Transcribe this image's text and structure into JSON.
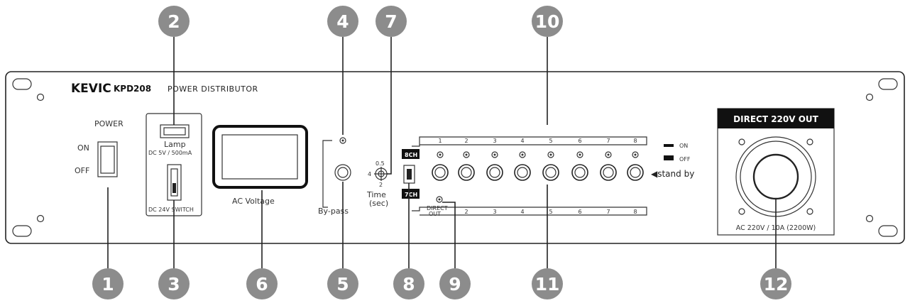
{
  "brand": {
    "logo": "KEVIC",
    "model": "KPD208",
    "product": "POWER DISTRIBUTOR"
  },
  "power": {
    "label": "POWER",
    "on": "ON",
    "off": "OFF"
  },
  "lamp": {
    "label": "Lamp",
    "spec": "DC 5V / 500mA",
    "switch_label": "DC 24V SWITCH"
  },
  "meter": {
    "label": "AC Voltage"
  },
  "bypass": {
    "label": "By-pass"
  },
  "time": {
    "label": "Time",
    "unit": "(sec)",
    "marks": [
      "0.5",
      "4",
      "2"
    ]
  },
  "channels": {
    "badge_top": "8CH",
    "badge_bottom": "7CH",
    "top_numbers": [
      "1",
      "2",
      "3",
      "4",
      "5",
      "6",
      "7",
      "8"
    ],
    "bottom_first": "DIRECT\nOUT",
    "bottom_numbers": [
      "2",
      "3",
      "4",
      "5",
      "6",
      "7",
      "8"
    ]
  },
  "legend": {
    "on": "ON",
    "off": "OFF",
    "standby": "◀stand by"
  },
  "direct": {
    "title": "DIRECT 220V OUT",
    "rating": "AC 220V / 10A (2200W)"
  },
  "callouts": [
    "1",
    "2",
    "3",
    "4",
    "5",
    "6",
    "7",
    "8",
    "9",
    "10",
    "11",
    "12"
  ],
  "colors": {
    "callout": "#8c8c8c",
    "panel_stroke": "#222222",
    "badge": "#111111"
  }
}
